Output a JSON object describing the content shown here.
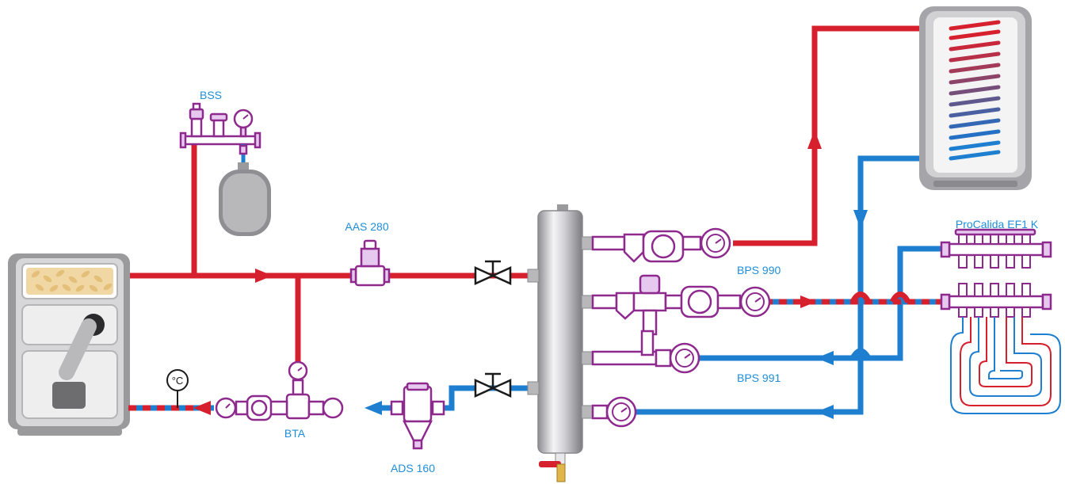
{
  "labels": {
    "bss": "BSS",
    "aas": "AAS 280",
    "bps990": "BPS 990",
    "bps991": "BPS 991",
    "bta": "BTA",
    "ads": "ADS 160",
    "procalida": "ProCalida EF1 K",
    "thermo_symbol": "°C"
  },
  "colors": {
    "supply": "#d6202e",
    "return": "#1e7fd0",
    "fitting": "#8e2a8e",
    "label": "#1e8ed8"
  }
}
